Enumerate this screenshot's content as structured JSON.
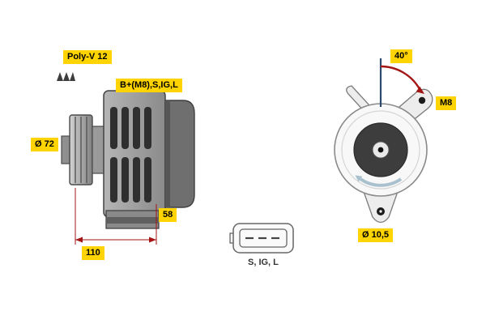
{
  "drawing": {
    "side_view": {
      "belt_label": "Poly-V 12",
      "terminals_label": "B+(M8),S,IG,L",
      "pulley_diameter": "Ø 72",
      "dim_depth": "58",
      "dim_width": "110"
    },
    "connector": {
      "pins": "S, IG, L"
    },
    "front_view": {
      "mount_angle": "40°",
      "thread": "M8",
      "hole_diameter": "Ø 10,5"
    },
    "colors": {
      "label_bg": "#ffd400",
      "dimension_red": "#a31414",
      "rotation_arrow": "#a9c0cf",
      "reference_line": "#2c4a6e",
      "body_gray": "#999999"
    }
  }
}
